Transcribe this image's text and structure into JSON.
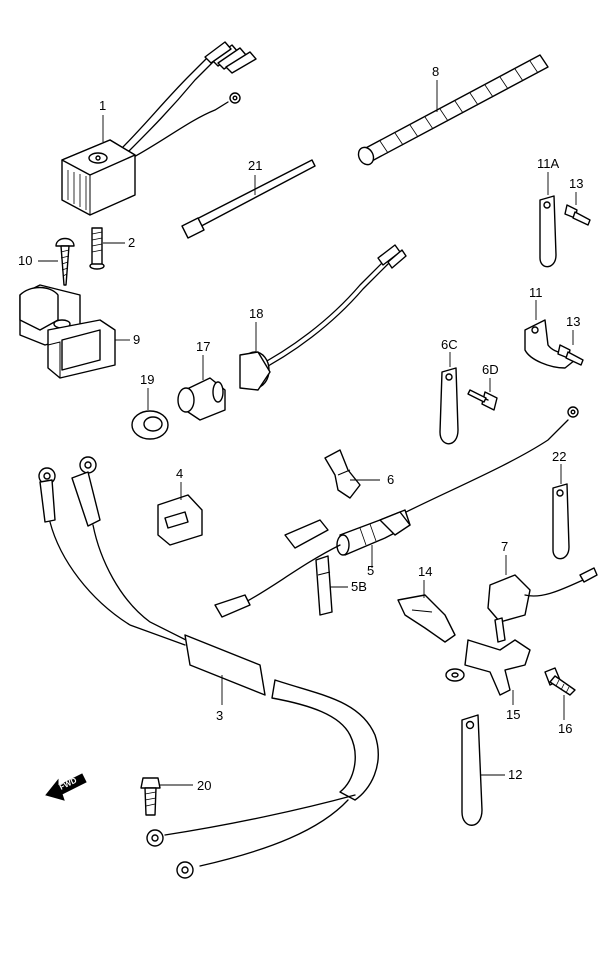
{
  "diagram": {
    "labels": {
      "p1": "1",
      "p2": "2",
      "p3": "3",
      "p4": "4",
      "p5": "5",
      "p5b": "5B",
      "p6": "6",
      "p6c": "6C",
      "p6d": "6D",
      "p7": "7",
      "p8": "8",
      "p9": "9",
      "p10": "10",
      "p11": "11",
      "p11a": "11A",
      "p12": "12",
      "p13a": "13",
      "p13b": "13",
      "p14": "14",
      "p15": "15",
      "p16": "16",
      "p17": "17",
      "p18": "18",
      "p19": "19",
      "p20": "20",
      "p21": "21",
      "p22": "22"
    },
    "fwd_marker": "FWD"
  }
}
